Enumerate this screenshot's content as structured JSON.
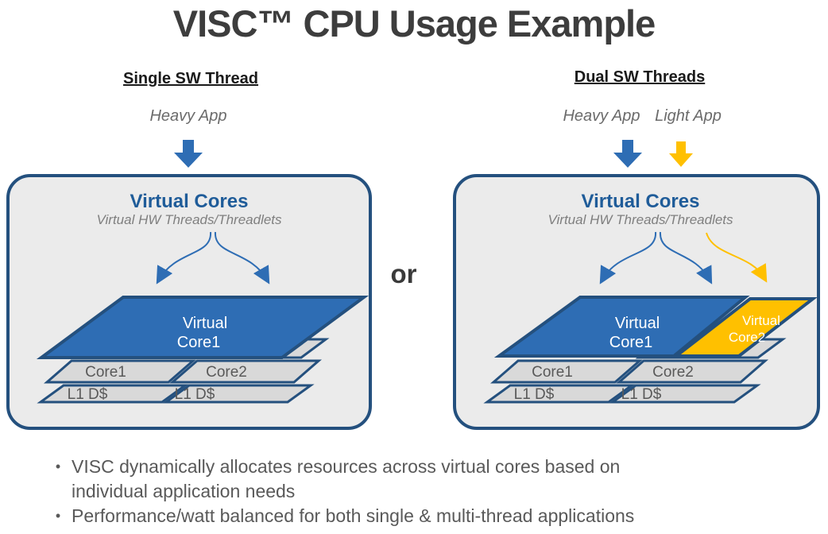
{
  "title": "VISC™ CPU Usage Example",
  "or_label": "or",
  "colors": {
    "navy_border": "#24507E",
    "blue_fill": "#2E6DB4",
    "yellow_fill": "#FFC000",
    "panel_bg": "#EBEBEB",
    "gray_plane": "#D9D9D9",
    "title_text": "#3D3D3D",
    "body_text": "#595959",
    "box_title_text": "#1F5C99",
    "subtitle_text": "#7F7F7F"
  },
  "panels": {
    "left": {
      "header": "Single SW Thread",
      "apps": [
        {
          "label": "Heavy App"
        }
      ],
      "box_title": "Virtual Cores",
      "box_subtitle": "Virtual HW Threads/Threadlets",
      "virtual_core1": {
        "line1": "Virtual",
        "line2": "Core1"
      },
      "cores": [
        "Core1",
        "Core2"
      ],
      "caches": [
        "L1 D$",
        "L1 D$"
      ]
    },
    "right": {
      "header": "Dual SW Threads",
      "apps": [
        {
          "label": "Heavy App"
        },
        {
          "label": "Light App"
        }
      ],
      "box_title": "Virtual Cores",
      "box_subtitle": "Virtual HW Threads/Threadlets",
      "virtual_core1": {
        "line1": "Virtual",
        "line2": "Core1"
      },
      "virtual_core2": {
        "line1": "Virtual",
        "line2": "Core2"
      },
      "cores": [
        "Core1",
        "Core2"
      ],
      "caches": [
        "L1 D$",
        "L1 D$"
      ]
    }
  },
  "bullets": [
    "VISC dynamically allocates resources across virtual cores based on individual application needs",
    "Performance/watt balanced for both single & multi-thread applications"
  ]
}
